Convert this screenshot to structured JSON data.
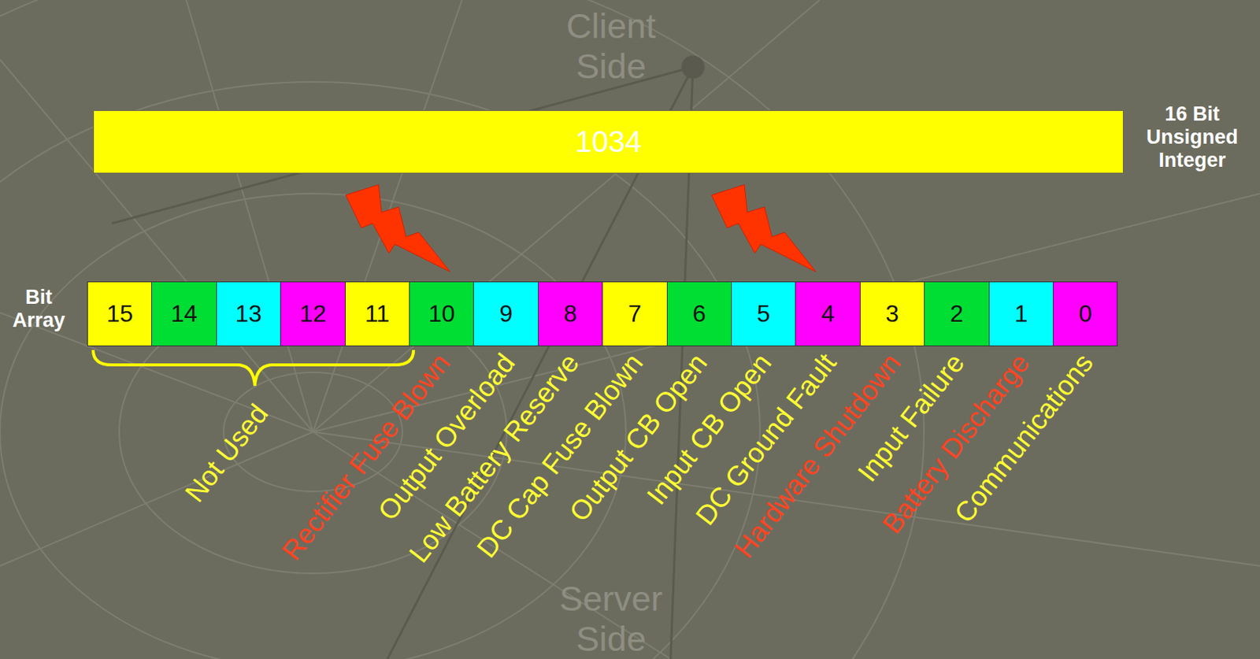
{
  "diagram": {
    "nodes": [
      {
        "text": [
          "1034"
        ]
      },
      {
        "text": [
          "15"
        ]
      },
      {
        "text": [
          "14"
        ]
      },
      {
        "text": [
          "13"
        ]
      },
      {
        "text": [
          "12"
        ]
      },
      {
        "text": [
          "11"
        ]
      },
      {
        "text": [
          "10"
        ]
      },
      {
        "text": [
          "9"
        ]
      },
      {
        "text": [
          "8"
        ]
      },
      {
        "text": [
          "7"
        ]
      },
      {
        "text": [
          "6"
        ]
      },
      {
        "text": [
          "5"
        ]
      },
      {
        "text": [
          "4"
        ]
      },
      {
        "text": [
          "3"
        ]
      },
      {
        "text": [
          "2"
        ]
      },
      {
        "text": [
          "1"
        ]
      },
      {
        "text": [
          "0"
        ]
      }
    ],
    "labels": [
      "Client Side",
      "16 Bit Unsigned Integer",
      "Bit Array",
      "Not Used",
      "Rectifier Fuse Blown",
      "Output Overload",
      "Low Battery Reserve",
      "DC Cap Fuse Blown",
      "Output CB Open",
      "Input CB Open",
      "DC Ground Fault",
      "Hardware Shutdown",
      "Input Failure",
      "Battery Discharge",
      "Communications",
      "Server Side"
    ]
  }
}
